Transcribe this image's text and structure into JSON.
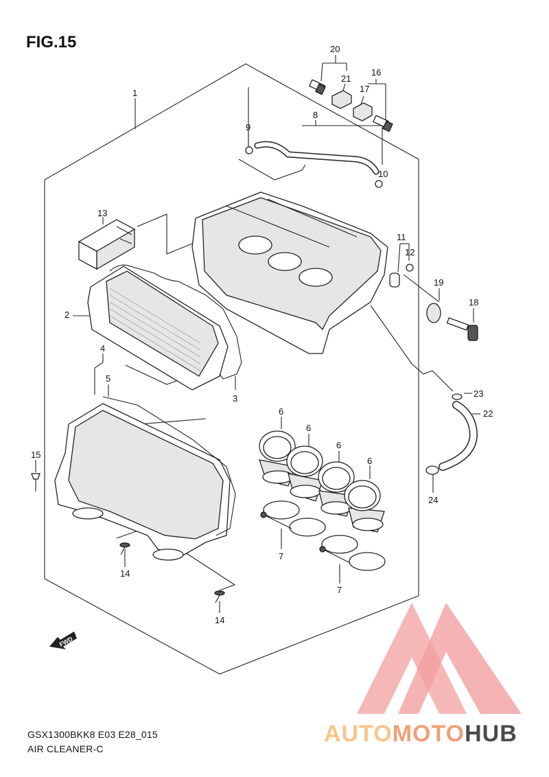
{
  "figure": {
    "title": "FIG.15"
  },
  "footer": {
    "code": "GSX1300BKK8 E03 E28_015",
    "name": "AIR CLEANER-C"
  },
  "callouts": [
    "1",
    "2",
    "3",
    "4",
    "5",
    "6",
    "6",
    "6",
    "6",
    "7",
    "7",
    "8",
    "9",
    "10",
    "11",
    "12",
    "13",
    "14",
    "14",
    "15",
    "16",
    "17",
    "18",
    "19",
    "20",
    "21",
    "22",
    "23",
    "24"
  ],
  "fwd_label": "FWD",
  "watermark": {
    "part1": "AUTO",
    "part2": "MOTO",
    "part3": "HUB",
    "colors": {
      "triangle": "#f08080",
      "auto": "#f7c68a",
      "hub": "#4a4a4a"
    }
  }
}
